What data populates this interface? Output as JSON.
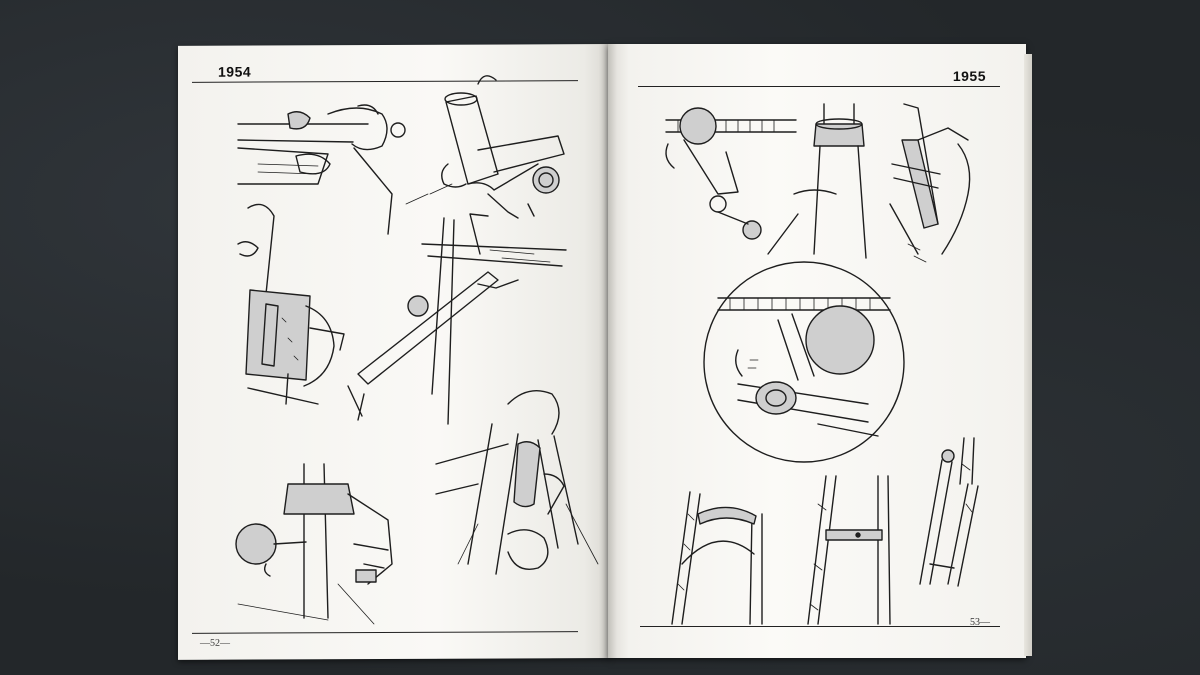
{
  "left_page": {
    "year": "1954",
    "page_number": "—52—"
  },
  "right_page": {
    "year": "1955",
    "page_number": "53—"
  },
  "illustrations": {
    "left": [
      "handlebar-lever-drawing",
      "head-tube-lug-drawing",
      "pump-clip-drawing",
      "frame-tube-clamp-drawing",
      "seat-cluster-drawing",
      "bell-mount-drawing"
    ],
    "right": [
      "derailleur-drawing",
      "headset-cup-drawing",
      "cable-stop-drawing",
      "bottom-bracket-closeup-drawing",
      "brake-bridge-drawing",
      "chainstay-bridge-drawing",
      "fork-dropout-drawing"
    ]
  }
}
